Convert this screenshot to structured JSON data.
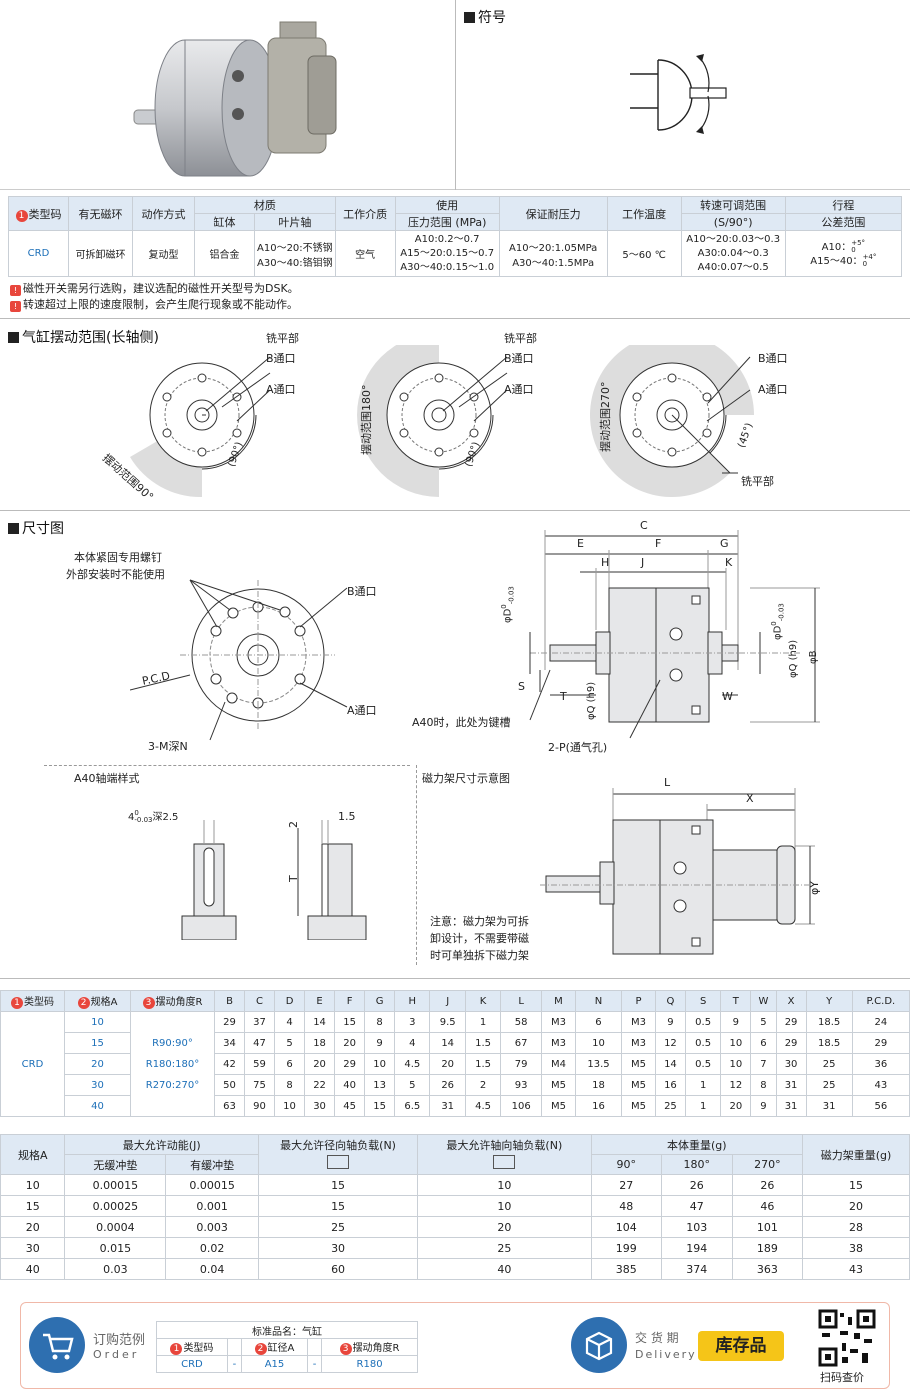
{
  "symbol_title": "符号",
  "spec_table": {
    "headers": {
      "type_code": "类型码",
      "magnet_ring": "有无磁环",
      "action": "动作方式",
      "material": "材质",
      "body": "缸体",
      "vane_shaft": "叶片轴",
      "medium": "工作介质",
      "use": "使用",
      "pressure_range": "压力范围 (MPa)",
      "proof_pressure": "保证耐压力",
      "temp": "工作温度",
      "speed": "转速可调范围",
      "speed_unit": "(S/90°)",
      "stroke": "行程",
      "stroke_tol": "公差范围"
    },
    "row": {
      "type_code": "CRD",
      "magnet_ring": "可拆卸磁环",
      "action": "复动型",
      "body": "铝合金",
      "vane_shaft_1": "A10～20:不锈钢",
      "vane_shaft_2": "A30～40:铬钼钢",
      "medium": "空气",
      "pressure_1": "A10:0.2～0.7",
      "pressure_2": "A15～20:0.15～0.7",
      "pressure_3": "A30～40:0.15～1.0",
      "proof_1": "A10～20:1.05MPa",
      "proof_2": "A30～40:1.5MPa",
      "temp": "5～60 ℃",
      "speed_1": "A10～20:0.03～0.3",
      "speed_2": "A30:0.04～0.3",
      "speed_3": "A40:0.07～0.5",
      "stroke_1": "A10：",
      "stroke_1_sup": "+5°",
      "stroke_1_sub": "0",
      "stroke_2": "A15～40：",
      "stroke_2_sup": "+4°",
      "stroke_2_sub": "0"
    },
    "notes": [
      "磁性开关需另行选购，建议选配的磁性开关型号为DSK。",
      "转速超过上限的速度限制，会产生爬行现象或不能动作。"
    ]
  },
  "swing_title": "气缸摆动范围(长轴侧)",
  "swing": {
    "flat": "铣平部",
    "b_port": "B通口",
    "a_port": "A通口",
    "range90": "摆动范围90°",
    "range180": "摆动范围180°",
    "range270": "摆动范围270°",
    "ang90": "(90°)",
    "ang45": "(45°)"
  },
  "dim_title": "尺寸图",
  "dim": {
    "screw_note_1": "本体紧固专用螺钉",
    "screw_note_2": "外部安装时不能使用",
    "b_port": "B通口",
    "a_port": "A通口",
    "pcd": "P.C.D",
    "m_deep": "3-M深N",
    "keyway": "A40时，此处为键槽",
    "p_port": "2-P(通气孔)",
    "C": "C",
    "E": "E",
    "F": "F",
    "G": "G",
    "H": "H",
    "J": "J",
    "K": "K",
    "S": "S",
    "T": "T",
    "W": "W",
    "phiD1": "φD",
    "phiD1_tol": "-0.03",
    "phiD1_zero": "0",
    "phiD2": "φD",
    "phiD2_tol": "-0.03",
    "phiD2_zero": "0",
    "phiQ1": "φQ (h9)",
    "phiQ2": "φQ (h9)",
    "phiB": "φB",
    "shaft_title": "A40轴端样式",
    "key_label": "4",
    "key_tol": "-0.03",
    "key_zero": "0",
    "key_depth": "深2.5",
    "dim2": "2",
    "dim15": "1.5",
    "dimT": "T",
    "mag_title": "磁力架尺寸示意图",
    "L": "L",
    "X": "X",
    "phiY": "φY",
    "mag_note_1": "注意：磁力架为可拆",
    "mag_note_2": "卸设计，不需要带磁",
    "mag_note_3": "时可单独拆下磁力架"
  },
  "dim_table": {
    "h_type": "类型码",
    "h_size": "规格A",
    "h_angle": "摆动角度R",
    "cols": [
      "B",
      "C",
      "D",
      "E",
      "F",
      "G",
      "H",
      "J",
      "K",
      "L",
      "M",
      "N",
      "P",
      "Q",
      "S",
      "T",
      "W",
      "X",
      "Y",
      "P.C.D."
    ],
    "type": "CRD",
    "angles": [
      "R90:90°",
      "R180:180°",
      "R270:270°"
    ],
    "rows": [
      {
        "size": "10",
        "v": [
          "29",
          "37",
          "4",
          "14",
          "15",
          "8",
          "3",
          "9.5",
          "1",
          "58",
          "M3",
          "6",
          "M3",
          "9",
          "0.5",
          "9",
          "5",
          "29",
          "18.5",
          "24"
        ]
      },
      {
        "size": "15",
        "v": [
          "34",
          "47",
          "5",
          "18",
          "20",
          "9",
          "4",
          "14",
          "1.5",
          "67",
          "M3",
          "10",
          "M3",
          "12",
          "0.5",
          "10",
          "6",
          "29",
          "18.5",
          "29"
        ]
      },
      {
        "size": "20",
        "v": [
          "42",
          "59",
          "6",
          "20",
          "29",
          "10",
          "4.5",
          "20",
          "1.5",
          "79",
          "M4",
          "13.5",
          "M5",
          "14",
          "0.5",
          "10",
          "7",
          "30",
          "25",
          "36"
        ]
      },
      {
        "size": "30",
        "v": [
          "50",
          "75",
          "8",
          "22",
          "40",
          "13",
          "5",
          "26",
          "2",
          "93",
          "M5",
          "18",
          "M5",
          "16",
          "1",
          "12",
          "8",
          "31",
          "25",
          "43"
        ]
      },
      {
        "size": "40",
        "v": [
          "63",
          "90",
          "10",
          "30",
          "45",
          "15",
          "6.5",
          "31",
          "4.5",
          "106",
          "M5",
          "16",
          "M5",
          "25",
          "1",
          "20",
          "9",
          "31",
          "31",
          "56"
        ]
      }
    ]
  },
  "load_table": {
    "h_size": "规格A",
    "h_energy": "最大允许动能(J)",
    "h_no_cushion": "无缓冲垫",
    "h_cushion": "有缓冲垫",
    "h_radial": "最大允许径向轴负载(N)",
    "h_axial": "最大允许轴向轴负载(N)",
    "h_weight": "本体重量(g)",
    "h_90": "90°",
    "h_180": "180°",
    "h_270": "270°",
    "h_mag": "磁力架重量(g)",
    "rows": [
      [
        "10",
        "0.00015",
        "0.00015",
        "15",
        "10",
        "27",
        "26",
        "26",
        "15"
      ],
      [
        "15",
        "0.00025",
        "0.001",
        "15",
        "10",
        "48",
        "47",
        "46",
        "20"
      ],
      [
        "20",
        "0.0004",
        "0.003",
        "25",
        "20",
        "104",
        "103",
        "101",
        "28"
      ],
      [
        "30",
        "0.015",
        "0.02",
        "30",
        "25",
        "199",
        "194",
        "189",
        "38"
      ],
      [
        "40",
        "0.03",
        "0.04",
        "60",
        "40",
        "385",
        "374",
        "363",
        "43"
      ]
    ]
  },
  "footer": {
    "order_cn": "订购范例",
    "order_en": "Order",
    "std_name": "标准品名：气缸",
    "c1": "类型码",
    "c2": "缸径A",
    "c3": "摆动角度R",
    "v1": "CRD",
    "v2": "A15",
    "v3": "R180",
    "dash": "-",
    "delivery_cn": "交 货 期",
    "delivery_en": "Delivery",
    "stock": "库存品",
    "scan": "扫码查价"
  }
}
